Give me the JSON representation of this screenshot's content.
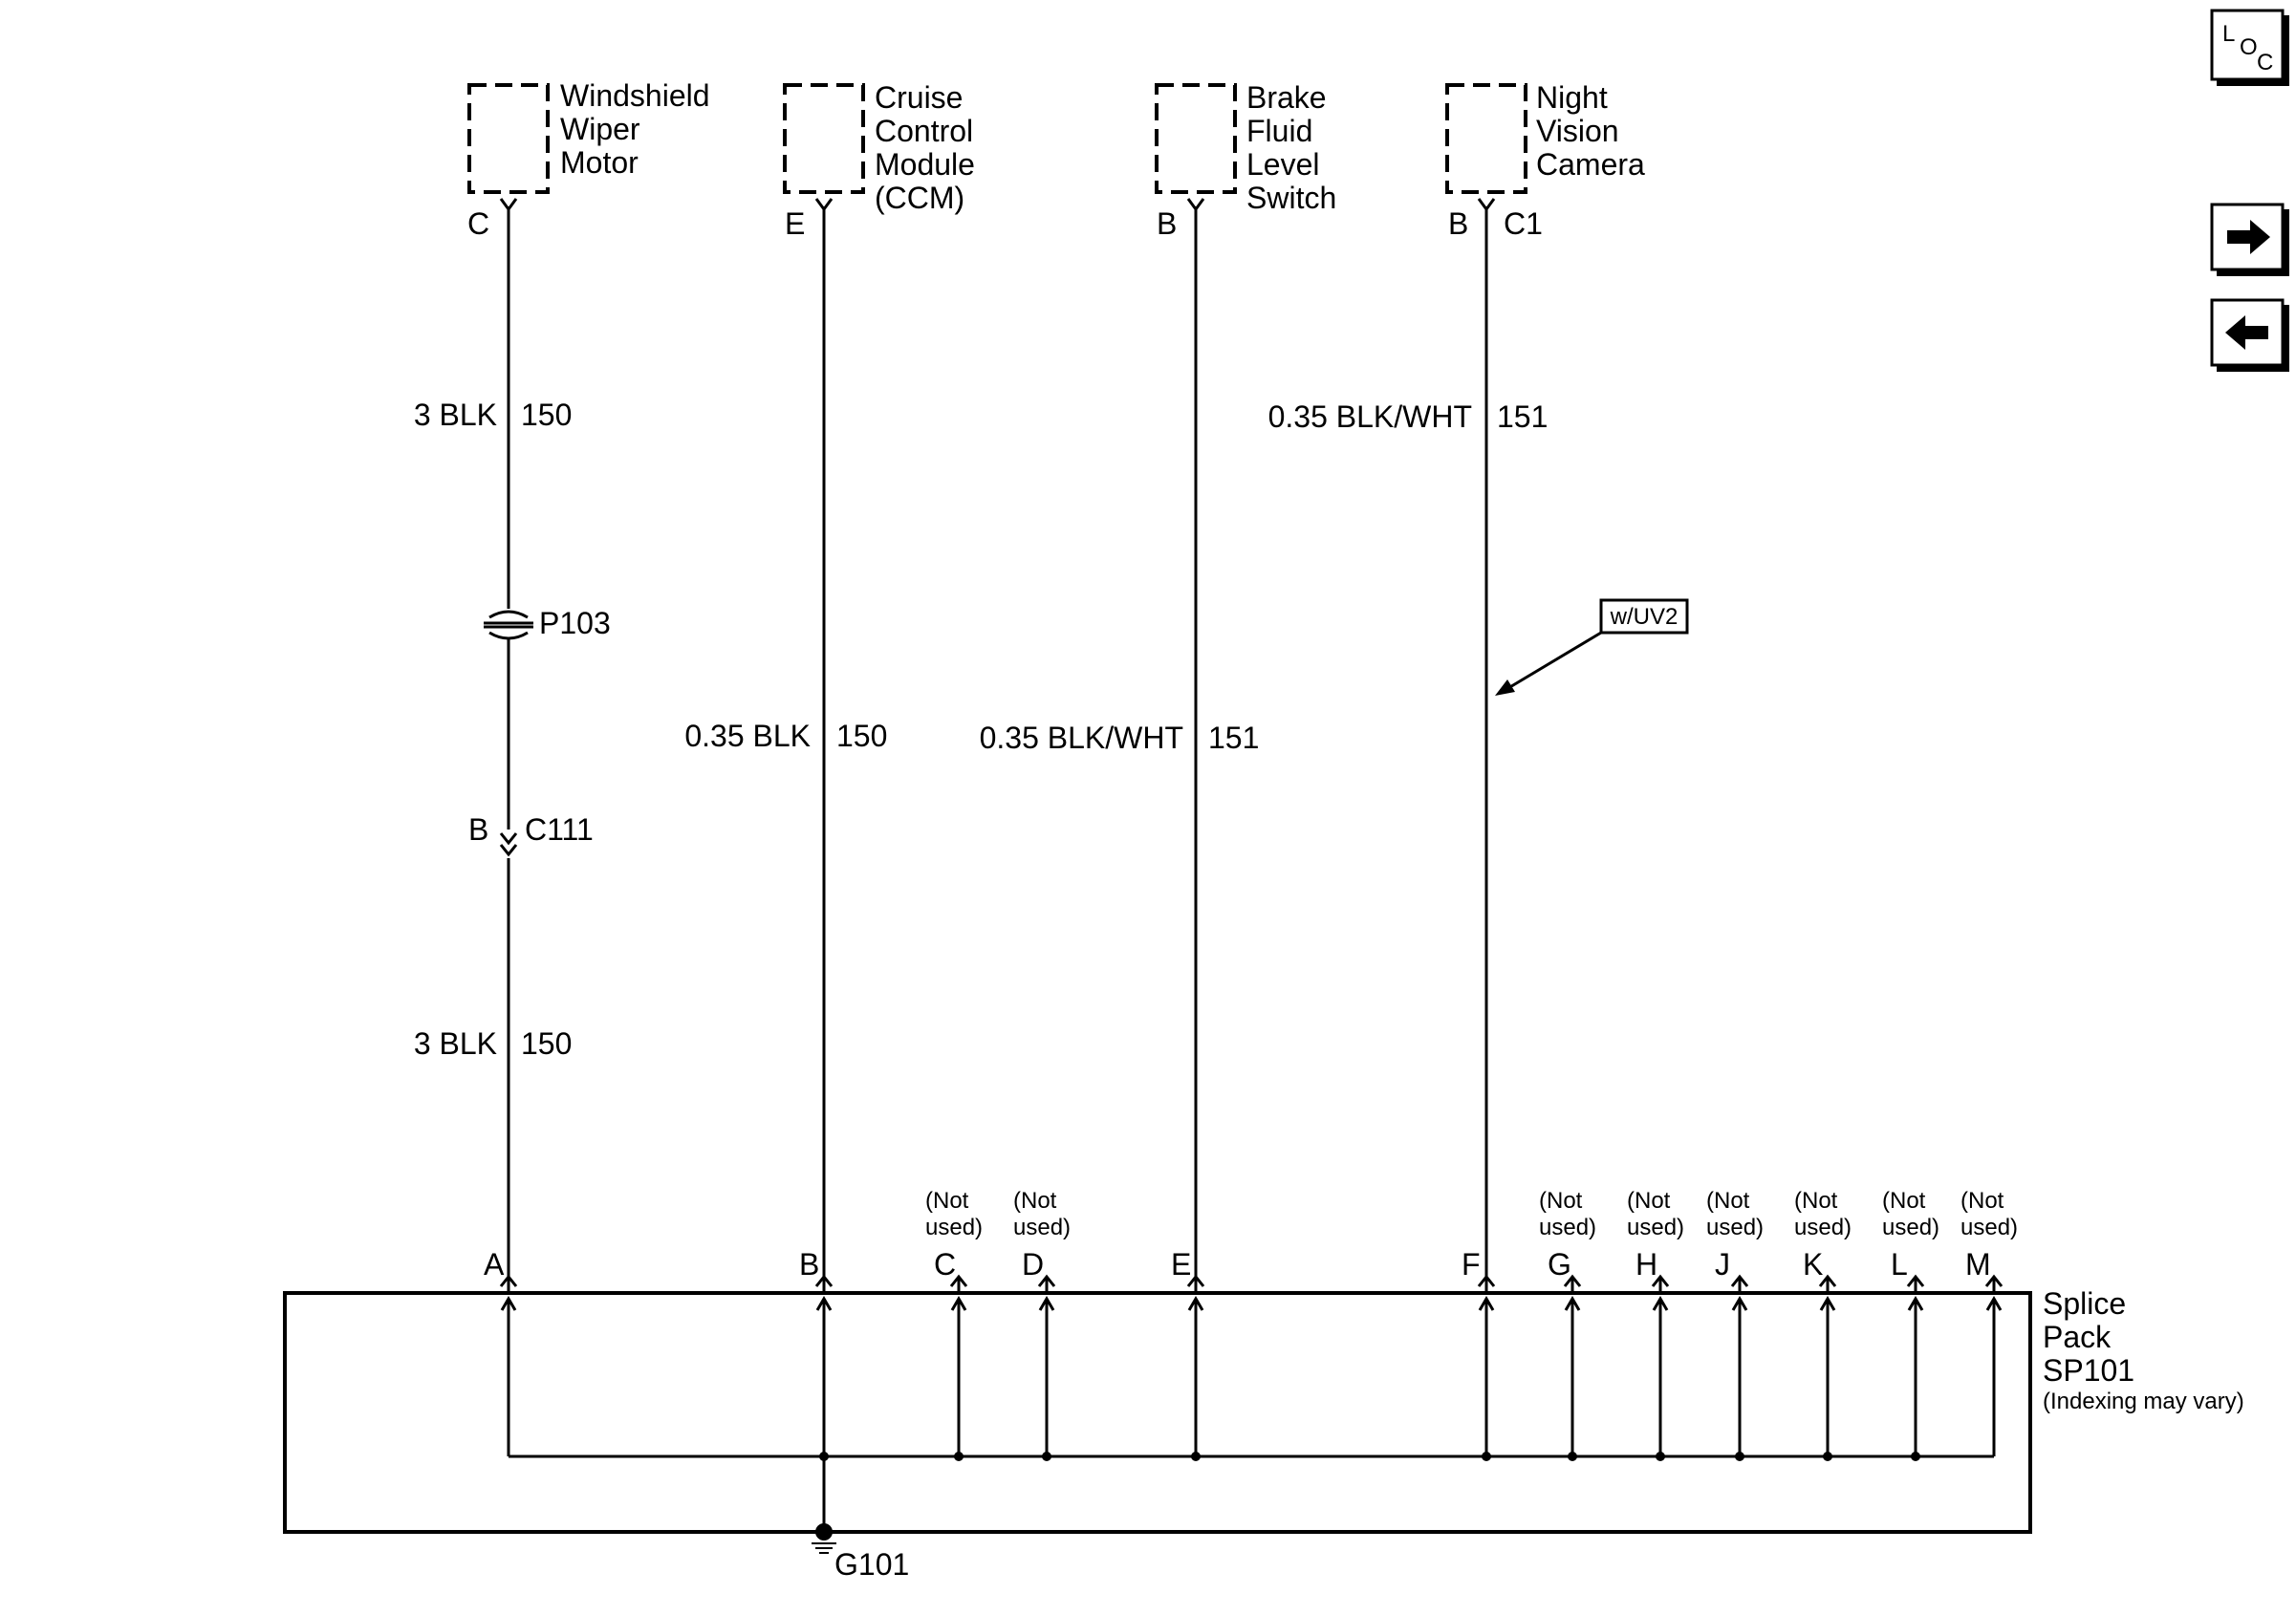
{
  "components": {
    "wiper": [
      "Windshield",
      "Wiper",
      "Motor"
    ],
    "cruise": [
      "Cruise",
      "Control",
      "Module",
      "(CCM)"
    ],
    "brake": [
      "Brake",
      "Fluid",
      "Level",
      "Switch"
    ],
    "night": [
      "Night",
      "Vision",
      "Camera"
    ]
  },
  "pins": {
    "wiper": "C",
    "cruise": "E",
    "brake": "B",
    "night": "B",
    "night_connector": "C1"
  },
  "wires": {
    "wiper_upper_gauge": "3 BLK",
    "wiper_upper_circuit": "150",
    "wiper_lower_gauge": "3 BLK",
    "wiper_lower_circuit": "150",
    "cruise_gauge": "0.35 BLK",
    "cruise_circuit": "150",
    "brake_gauge": "0.35 BLK/WHT",
    "brake_circuit": "151",
    "night_gauge": "0.35 BLK/WHT",
    "night_circuit": "151"
  },
  "inline": {
    "p103": "P103",
    "c111_pin": "B",
    "c111": "C111"
  },
  "option_tag": "w/UV2",
  "splice_pins": [
    "A",
    "B",
    "C",
    "D",
    "E",
    "F",
    "G",
    "H",
    "J",
    "K",
    "L",
    "M"
  ],
  "not_used": [
    "(Not",
    "used)"
  ],
  "splice_pack": {
    "line1": "Splice",
    "line2": "Pack",
    "line3": "SP101",
    "note": "(Indexing may vary)"
  },
  "ground": "G101",
  "nav": {
    "loc_l": "L",
    "loc_o": "O",
    "loc_c": "C",
    "next_icon": "arrow-right",
    "prev_icon": "arrow-left"
  }
}
